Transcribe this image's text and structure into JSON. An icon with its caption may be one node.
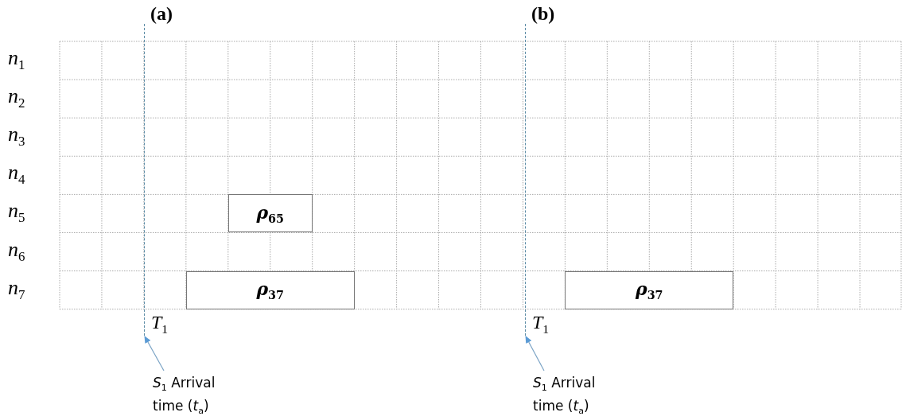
{
  "diagram": {
    "nodes": [
      {
        "text": [
          "*ρ*$_{65}$"
        ]
      },
      {
        "text": [
          "*ρ*$_{37}$"
        ]
      },
      {
        "text": [
          "*ρ*$_{37}$"
        ]
      },
      {
        "text": [
          "*S*$_{1}$ Arrival time (*t*$_{a}$)"
        ]
      },
      {
        "text": [
          "*S*$_{1}$ Arrival time (*t*$_{a}$)"
        ]
      },
      {
        "text": [],
        "shape": "line"
      },
      {
        "text": [],
        "shape": "line"
      }
    ],
    "edges": [
      {
        "from": 3,
        "to": 5,
        "arrow": "to"
      },
      {
        "from": 4,
        "to": 6,
        "arrow": "to"
      }
    ],
    "labels": [
      "(a)",
      "(b)",
      "*n*$_{1}$",
      "*n*$_{2}$",
      "*n*$_{3}$",
      "*n*$_{4}$",
      "*n*$_{5}$",
      "*n*$_{6}$",
      "*n*$_{7}$",
      "*T*$_{1}$",
      "*T*$_{1}$"
    ]
  }
}
